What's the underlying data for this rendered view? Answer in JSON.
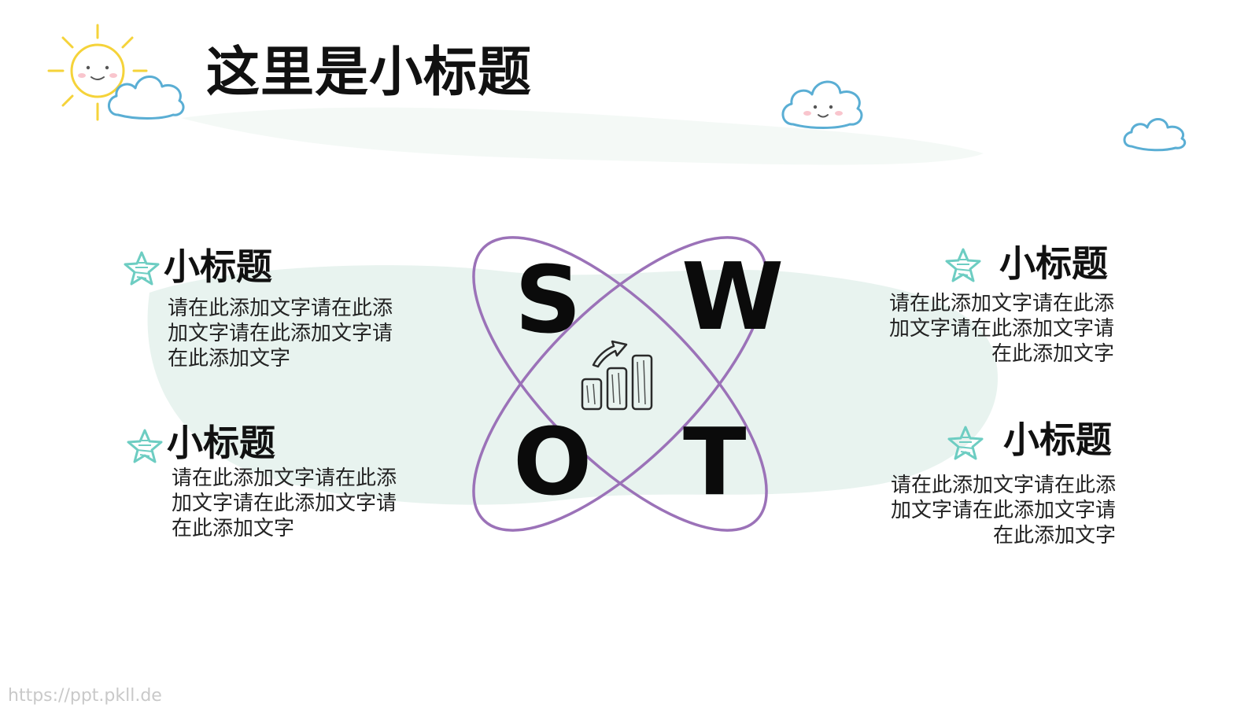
{
  "slide": {
    "title": "这里是小标题"
  },
  "blocks": [
    {
      "id": "s",
      "title": "小标题",
      "lines": [
        "请在此添加文字请在此添",
        "加文字请在此添加文字请",
        "在此添加文字"
      ]
    },
    {
      "id": "o",
      "title": "小标题",
      "lines": [
        "请在此添加文字请在此添",
        "加文字请在此添加文字请",
        "在此添加文字"
      ]
    },
    {
      "id": "w",
      "title": "小标题",
      "lines": [
        "请在此添加文字请在此添",
        "加文字请在此添加文字请",
        "在此添加文字"
      ]
    },
    {
      "id": "t",
      "title": "小标题",
      "lines": [
        "请在此添加文字请在此添",
        "加文字请在此添加文字请",
        "在此添加文字"
      ]
    }
  ],
  "swot": {
    "s": "S",
    "w": "W",
    "o": "O",
    "t": "T"
  },
  "footer": {
    "watermark": "https://ppt.pkll.de"
  },
  "colors": {
    "sun": "#f5d33a",
    "cloud_outline": "#5aaed4",
    "star": "#6dcdc2",
    "ellipse": "#9b72b8",
    "brush": "#e4f1ec"
  },
  "icons": [
    "sun-icon",
    "cloud-icon",
    "star-icon",
    "growth-chart-icon"
  ]
}
